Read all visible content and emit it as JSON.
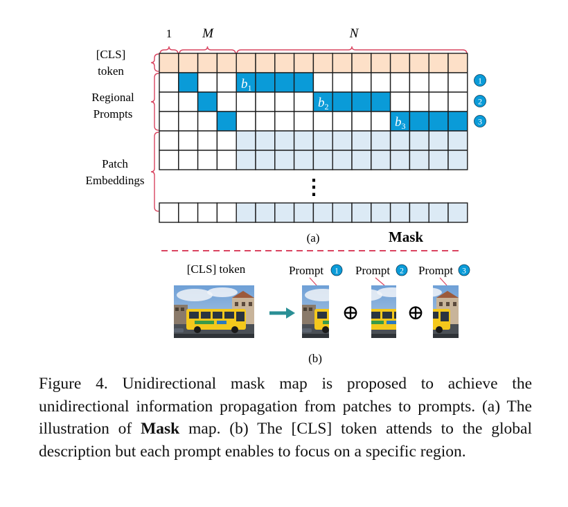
{
  "figure": {
    "top_labels": {
      "one": "1",
      "m": "M",
      "n": "N"
    },
    "row_labels": {
      "cls_line1": "[CLS]",
      "cls_line2": "token",
      "regional_line1": "Regional",
      "regional_line2": "Prompts",
      "patch_line1": "Patch",
      "patch_line2": "Embeddings"
    },
    "block_labels": [
      {
        "base": "b",
        "sub": "1"
      },
      {
        "base": "b",
        "sub": "2"
      },
      {
        "base": "b",
        "sub": "3"
      }
    ],
    "circle_numbers": [
      "1",
      "2",
      "3"
    ],
    "vertical_ellipsis": "⋮",
    "sub_a_label": "(a)",
    "mask_label": "Mask",
    "cls_token_label": "[CLS] token",
    "prompt_labels": [
      {
        "text": "Prompt",
        "num": "1"
      },
      {
        "text": "Prompt",
        "num": "2"
      },
      {
        "text": "Prompt",
        "num": "3"
      }
    ],
    "oplus": "⊕",
    "sub_b_label": "(b)",
    "colors": {
      "cls_row": "#fde0c8",
      "attend": "#0a9bd8",
      "patch_block": "#dceaf5",
      "brace": "#d9435f",
      "arrow": "#2a8f95",
      "divider": "#d9435f",
      "circle": "#0a9bd8"
    }
  },
  "caption": {
    "prefix": "Figure 4.  Unidirectional mask map is proposed to achieve the unidirectional information propagation from patches to prompts. (a) The illustration of ",
    "bold": "Mask",
    "suffix": " map.  (b) The [CLS] token attends to the global description but each prompt enables to focus on a specific region."
  }
}
